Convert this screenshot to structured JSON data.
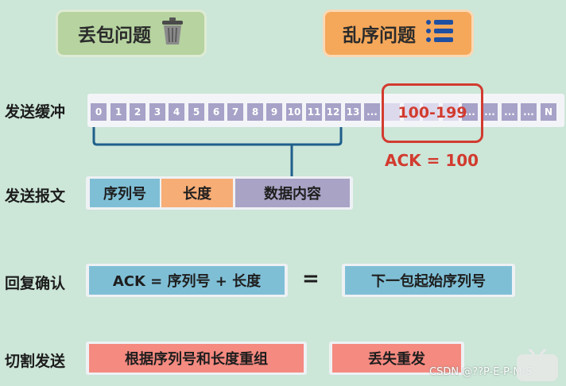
{
  "headers": {
    "packet_loss": "丢包问题",
    "out_of_order": "乱序问题"
  },
  "rows": {
    "send_buffer": "发送缓冲",
    "send_segment": "发送报文",
    "reply_confirm": "回复确认",
    "cut_and_send": "切割发送"
  },
  "buffer": {
    "cells": [
      "0",
      "1",
      "2",
      "3",
      "4",
      "5",
      "6",
      "7",
      "8",
      "9",
      "10",
      "11",
      "12",
      "13",
      "...",
      "",
      "",
      "",
      "",
      "...",
      "...",
      "...",
      "...",
      "N"
    ],
    "highlight_range": "100-199",
    "ack_label": "ACK = 100"
  },
  "segment_fields": {
    "seq": "序列号",
    "length": "长度",
    "data": "数据内容"
  },
  "ack_formula": {
    "left": "ACK = 序列号 + 长度",
    "equals": "=",
    "right": "下一包起始序列号"
  },
  "cut_send": {
    "reassemble": "根据序列号和长度重组",
    "retransmit": "丢失重发"
  },
  "watermark": "CSDN @??P-E-P-M-S",
  "colors": {
    "background": "#cce6d8",
    "highlight_red": "#d23b2f",
    "cell_purple": "#a7a2c8",
    "blue": "#7fbfd6",
    "orange": "#f7ad76",
    "salmon": "#f58a80"
  }
}
